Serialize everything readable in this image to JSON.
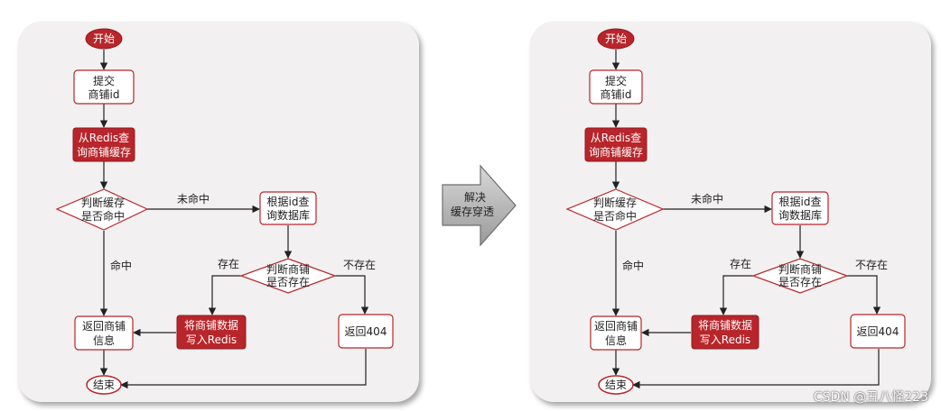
{
  "diagrams": [
    {
      "id": "left",
      "start": "开始",
      "submit": [
        "提交",
        "商铺id"
      ],
      "query_cache": [
        "从Redis查",
        "询商铺缓存"
      ],
      "decision_cache": [
        "判断缓存",
        "是否命中"
      ],
      "miss_label": "未命中",
      "hit_label": "命中",
      "query_db": [
        "根据id查",
        "询数据库"
      ],
      "decision_exists": [
        "判断商铺",
        "是否存在"
      ],
      "exists_label": "存在",
      "not_exists_label": "不存在",
      "return_info": [
        "返回商铺",
        "信息"
      ],
      "write_redis": [
        "将商铺数据",
        "写入Redis"
      ],
      "return_404": "返回404",
      "end": "结束"
    },
    {
      "id": "right",
      "start": "开始",
      "submit": [
        "提交",
        "商铺id"
      ],
      "query_cache": [
        "从Redis查",
        "询商铺缓存"
      ],
      "decision_cache": [
        "判断缓存",
        "是否命中"
      ],
      "miss_label": "未命中",
      "hit_label": "命中",
      "query_db": [
        "根据id查",
        "询数据库"
      ],
      "decision_exists": [
        "判断商铺",
        "是否存在"
      ],
      "exists_label": "存在",
      "not_exists_label": "不存在",
      "return_info": [
        "返回商铺",
        "信息"
      ],
      "write_redis": [
        "将商铺数据",
        "写入Redis"
      ],
      "return_404": "返回404",
      "end": "结束"
    }
  ],
  "transition_arrow": [
    "解决",
    "缓存穿透"
  ],
  "watermark": "CSDN @丑八怪223",
  "colors": {
    "node_red": "#b8252b",
    "panel_bg": "#f2f0f0",
    "line": "#222222",
    "arrow_gray": "#a0a0a0"
  }
}
